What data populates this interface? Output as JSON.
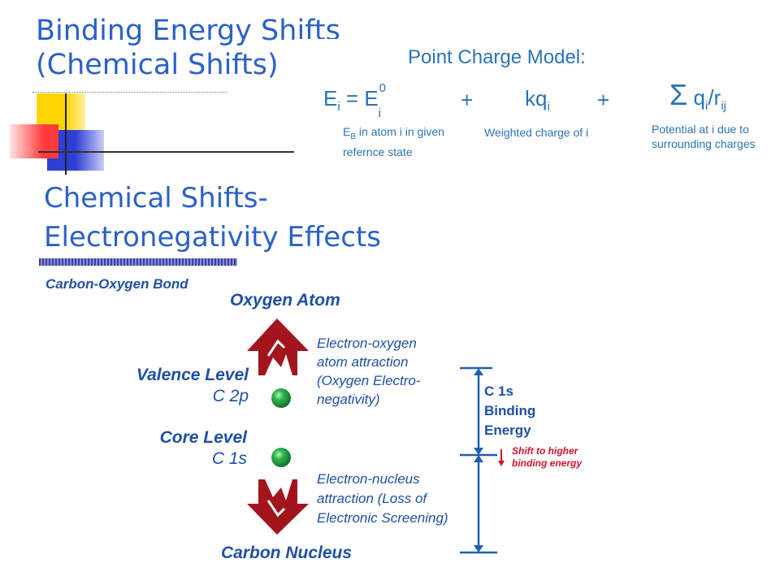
{
  "slide": {
    "title_line1": "Binding Energy Shifts",
    "title_line2": "(Chemical Shifts)",
    "subtitle_line1": "Chemical Shifts-",
    "subtitle_line2": "Electronegativity Effects"
  },
  "point_charge": {
    "heading": "Point Charge Model:",
    "eq_lhs": "E",
    "eq_lhs_sub": "i",
    "eq_equals": "= E",
    "eq_e0_sub": "i",
    "eq_e0_sup": "0",
    "plus1": "+",
    "kq": "kq",
    "kq_sub": "i",
    "plus2": "+",
    "sigma": "Σ",
    "q": "q",
    "q_sub": "i",
    "slash_r": "/r",
    "r_sub": "ij",
    "note1_e": "E",
    "note1_sub": "B",
    "note1_rest": " in atom i in given",
    "note1_line2": "refernce state",
    "note2": "Weighted charge of i",
    "note3_line1": "Potential at i due to",
    "note3_line2": "surrounding charges"
  },
  "diagram": {
    "bond_label": "Carbon-Oxygen Bond",
    "oxygen_atom": "Oxygen Atom",
    "valence_level": "Valence Level",
    "c2p": "C 2p",
    "core_level": "Core Level",
    "c1s": "C 1s",
    "carbon_nucleus": "Carbon Nucleus",
    "eo_line1": "Electron-oxygen",
    "eo_line2": "atom attraction",
    "eo_line3": "(Oxygen Electro-",
    "eo_line4": "negativity)",
    "en_line1": "Electron-nucleus",
    "en_line2": "attraction (Loss of",
    "en_line3": "Electronic Screening)",
    "be_line1": "C 1s",
    "be_line2": "Binding",
    "be_line3": "Energy",
    "shift_line1": "Shift to higher",
    "shift_line2": "binding energy"
  },
  "colors": {
    "title_blue": "#2a61c9",
    "diagram_blue": "#1f4fa6",
    "arrow_red": "#a3151d",
    "orbital_green": "#1f9a3a",
    "shift_red": "#d6102a"
  }
}
